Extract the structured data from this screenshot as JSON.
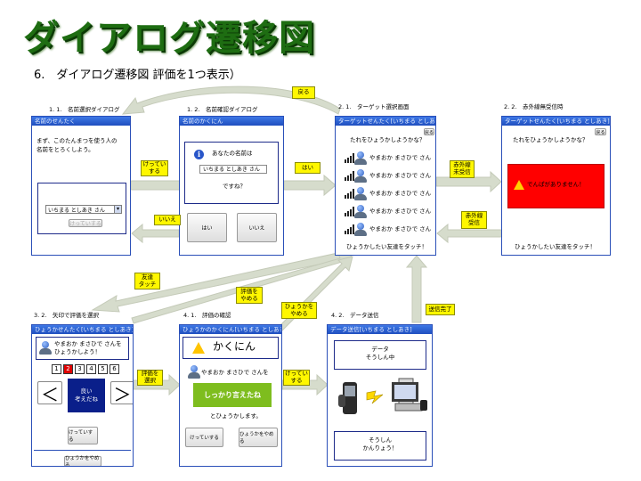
{
  "title": "ダイアログ遷移図",
  "subtitle": "6.　ダイアログ遷移図  評価を1つ表示）",
  "panels": {
    "p11": {
      "label": "1. 1.　名前選択ダイアログ",
      "titlebar": "名前のせんたく",
      "prompt1": "まず、このたんまつを使う人の",
      "prompt2": "名前をとろくしよう。",
      "select_value": "いちまる  としあき  さん",
      "button": "けっていする"
    },
    "p12": {
      "label": "1. 2.　名前確認ダイアログ",
      "titlebar": "名前のかくにん",
      "info": "あなたの名前は",
      "name": "いちまる  としあき  さん",
      "confirm": "ですね？",
      "yes": "はい",
      "no": "いいえ"
    },
    "p21": {
      "label": "2. 1.　ターゲット選択画面",
      "titlebar": "ターゲットせんたく[いちまる  としあき]",
      "back": "戻る",
      "question": "たれをひょうかしようかな？",
      "friends": [
        "やまおか  まさひで  さん",
        "やまおか  まさひで  さん",
        "やまおか  まさひで  さん",
        "やまおか  まさひで  さん",
        "やまおか  まさひで  さん"
      ],
      "footer": "ひょうかしたい友達をタッチ！"
    },
    "p22": {
      "label": "2. 2.　赤外線無受信時",
      "titlebar": "ターゲットせんたく[いちまる  としあき]",
      "back": "戻る",
      "question": "たれをひょうかしようかな？",
      "error": "でんぱがありません！",
      "footer": "ひょうかしたい友達をタッチ！"
    },
    "p32": {
      "label": "3. 2.　矢印で評価を選択",
      "titlebar": "ひょうかせんたく[いちまる  としあき]",
      "target1": "やまおか  まさひで  さんを",
      "target2": "ひょうかしよう！",
      "pages": [
        "1",
        "2",
        "3",
        "4",
        "5",
        "6"
      ],
      "prev": "＜",
      "next": "＞",
      "eval1": "良い",
      "eval2": "考えだね",
      "decide": "けっていする",
      "stop": "ひょうかをやめる"
    },
    "p41": {
      "label": "4. 1.　評価の確認",
      "titlebar": "ひょうかのかくにん[いちまる  としあき]",
      "heading": "かくにん",
      "target": "やまおか  まさひで  さんを",
      "eval": "しっかり言えたね",
      "after": "とひょうかします。",
      "decide": "けっていする",
      "stop": "ひょうかをやめる"
    },
    "p42": {
      "label": "4. 2.　データ送信",
      "titlebar": "データ送信[いちまる  としあき]",
      "sending1": "データ",
      "sending2": "そうしん中",
      "done1": "そうしん",
      "done2": "かんりょう！"
    }
  },
  "transitions": {
    "back": "戻る",
    "decide": "けってい\nする",
    "no": "いいえ",
    "yes": "はい",
    "ir_none": "赤外線\n未受信",
    "ir_recv": "赤外線\n受信",
    "friend_touch": "友達\nタッチ",
    "cancel_eval": "評価を\nやめる",
    "cancel_hyoka": "ひょうかを\nやめる",
    "select_eval": "評価を\n選択",
    "decide2": "けってい\nする",
    "sent": "送信完了"
  },
  "colors": {
    "title_green": "#1e6d12",
    "titlebar_blue": "#2a4fb8",
    "label_yellow": "#fff700",
    "error_red": "#ff0000",
    "eval_green": "#7ebd1e",
    "arrow_gray": "#d6dccc"
  }
}
